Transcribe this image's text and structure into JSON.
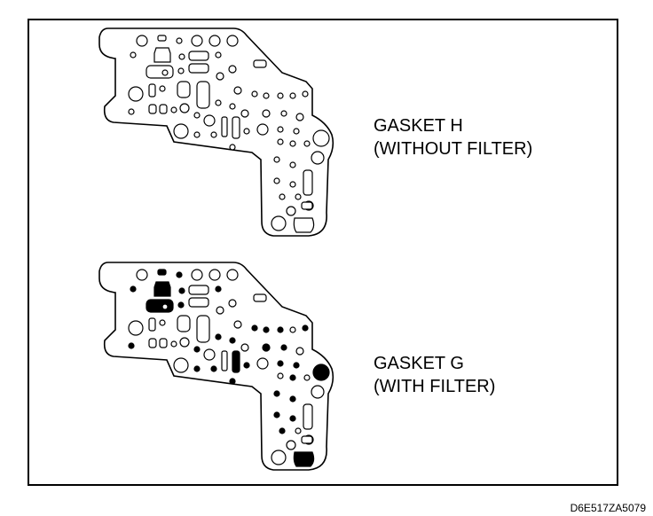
{
  "figure": {
    "colors": {
      "ink": "#000000",
      "paper": "#ffffff"
    },
    "gaskets": [
      {
        "id": "H",
        "line1": "GASKET H",
        "line2": "(WITHOUT FILTER)",
        "filled_holes": false
      },
      {
        "id": "G",
        "line1": "GASKET G",
        "line2": "(WITH FILTER)",
        "filled_holes": true
      }
    ],
    "reference_code": "D6E517ZA5079"
  }
}
